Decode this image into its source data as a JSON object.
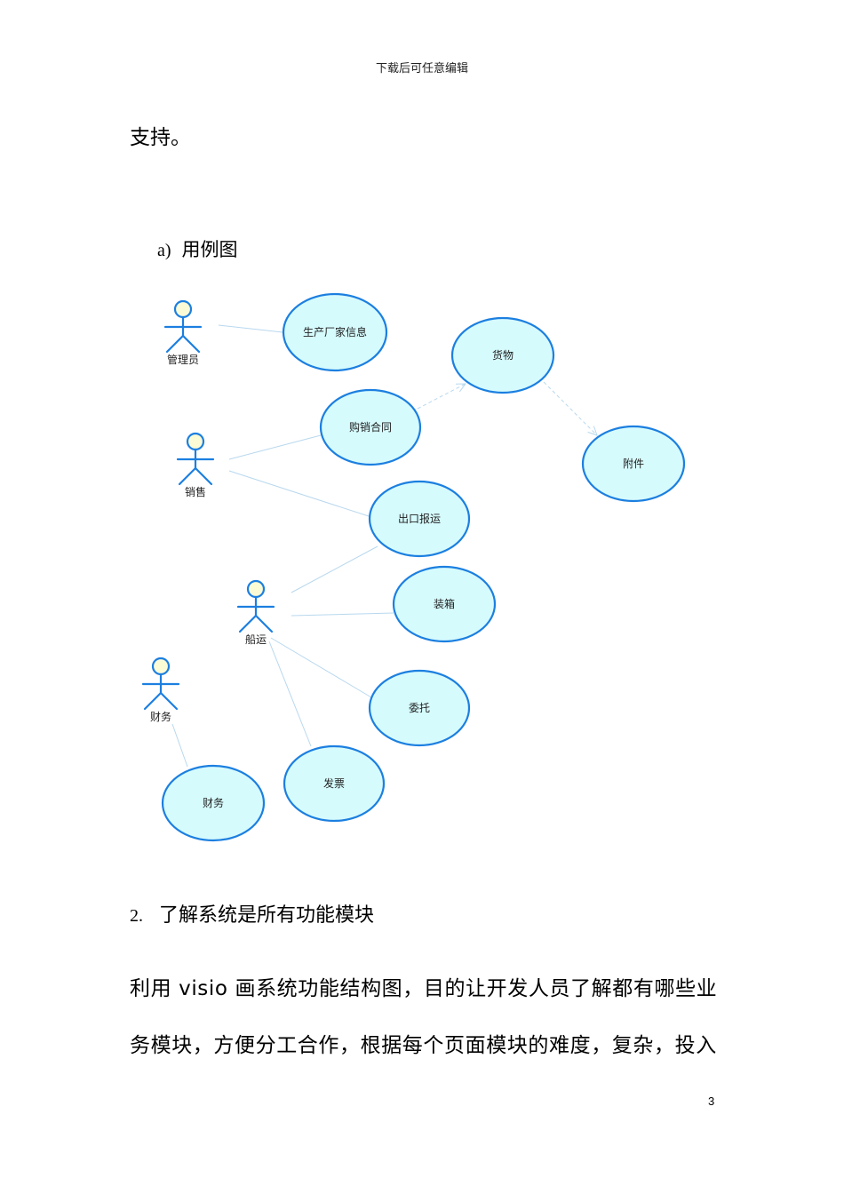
{
  "header": {
    "text": "下载后可任意编辑"
  },
  "continuation": "支持。",
  "section_a": {
    "num": "a)",
    "title": "用例图"
  },
  "diagram": {
    "actors": [
      {
        "id": "admin",
        "label": "管理员"
      },
      {
        "id": "sales",
        "label": "销售"
      },
      {
        "id": "shipping",
        "label": "船运"
      },
      {
        "id": "finance",
        "label": "财务"
      }
    ],
    "use_cases": [
      {
        "id": "factory",
        "label": "生产厂家信息"
      },
      {
        "id": "goods",
        "label": "货物"
      },
      {
        "id": "contract",
        "label": "购销合同"
      },
      {
        "id": "attachment",
        "label": "附件"
      },
      {
        "id": "export",
        "label": "出口报运"
      },
      {
        "id": "packing",
        "label": "装箱"
      },
      {
        "id": "entrust",
        "label": "委托"
      },
      {
        "id": "invoice",
        "label": "发票"
      },
      {
        "id": "finance_uc",
        "label": "财务"
      }
    ],
    "associations": [
      [
        "admin",
        "factory"
      ],
      [
        "sales",
        "contract"
      ],
      [
        "sales",
        "export"
      ],
      [
        "shipping",
        "export"
      ],
      [
        "shipping",
        "packing"
      ],
      [
        "shipping",
        "entrust"
      ],
      [
        "shipping",
        "invoice"
      ],
      [
        "finance",
        "finance_uc"
      ]
    ],
    "dependencies": [
      [
        "contract",
        "goods"
      ],
      [
        "goods",
        "attachment"
      ]
    ],
    "colors": {
      "ellipse_fill": "#d6fbfd",
      "ellipse_stroke": "#1c7fe0",
      "actor_stroke": "#1c7fe0",
      "actor_head_fill": "#fbfbd6",
      "line": "#b8d8ee"
    }
  },
  "section_2": {
    "num": "2.",
    "title": "了解系统是所有功能模块"
  },
  "paragraph": [
    "利用 visio 画系统功能结构图，目的让开发人员了解都有哪些业",
    "务模块，方便分工合作，根据每个页面模块的难度，复杂，投入"
  ],
  "page_number": "3"
}
